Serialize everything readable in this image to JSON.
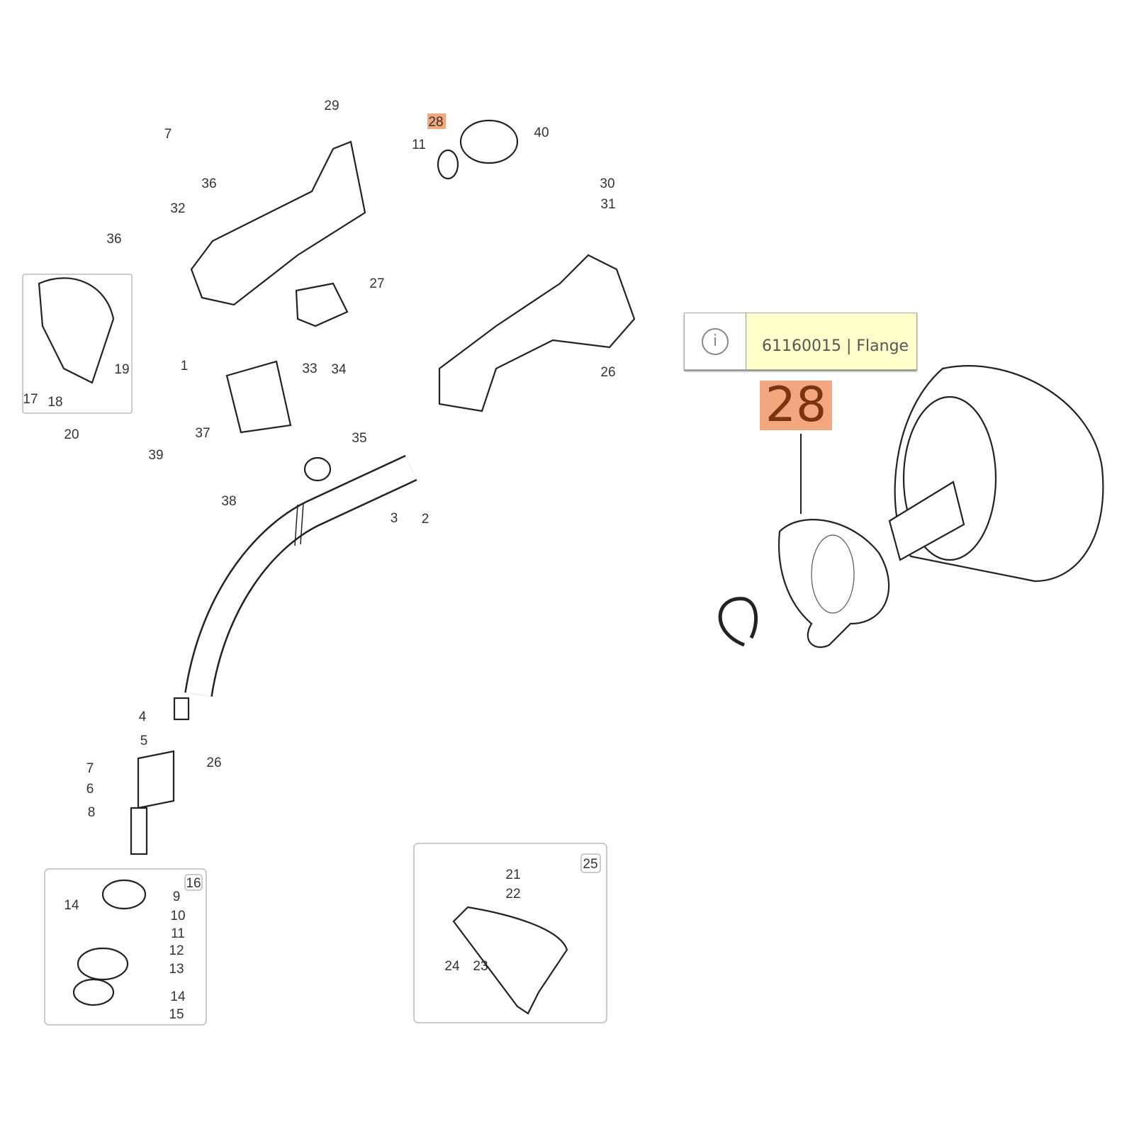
{
  "diagram": {
    "labels": [
      "29",
      "28",
      "40",
      "7",
      "11",
      "36",
      "30",
      "31",
      "32",
      "36",
      "27",
      "17",
      "18",
      "19",
      "20",
      "1",
      "33",
      "34",
      "26",
      "37",
      "35",
      "39",
      "38",
      "3",
      "2",
      "4",
      "5",
      "7",
      "26",
      "6",
      "8",
      "16",
      "9",
      "14",
      "10",
      "11",
      "12",
      "13",
      "14",
      "15",
      "25",
      "21",
      "22",
      "24",
      "23"
    ],
    "highlighted_label": "28",
    "highlight_color": "#f2a77e"
  },
  "tooltip": {
    "icon": "info-icon",
    "icon_glyph": "i",
    "text": "61160015 | Flange"
  },
  "callout": {
    "label": "28"
  }
}
